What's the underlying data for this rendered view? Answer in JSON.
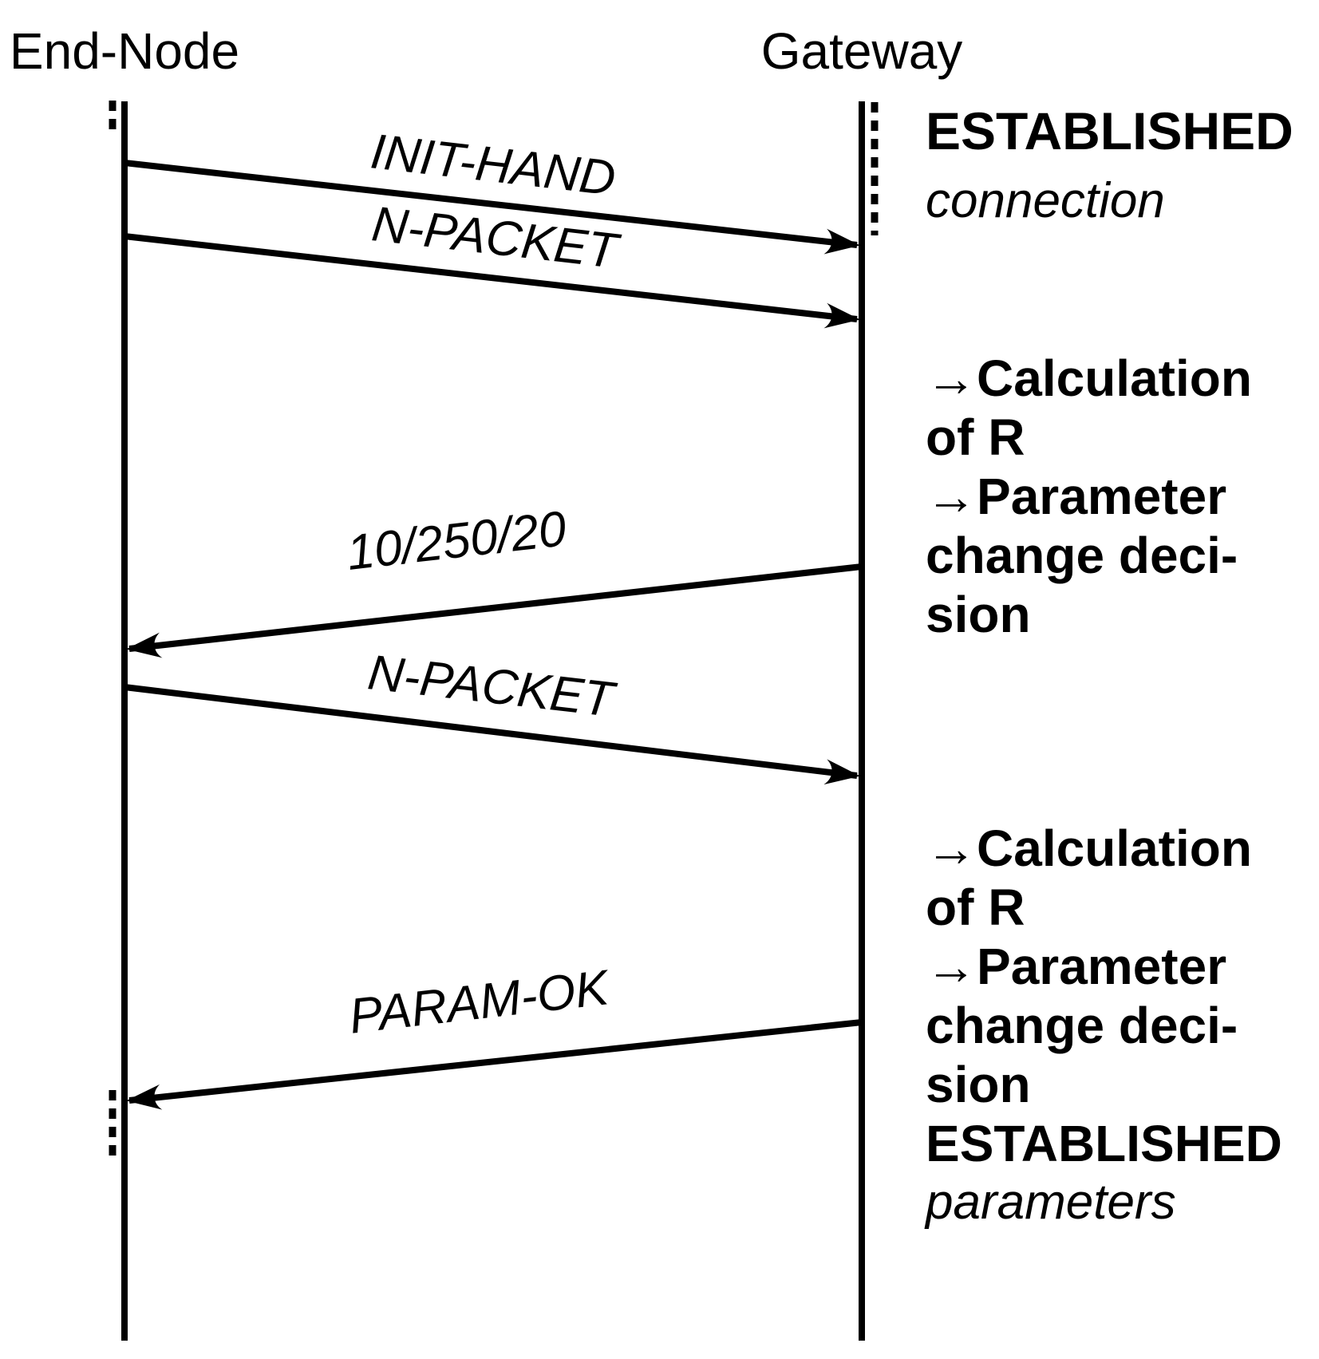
{
  "diagram_type": "message-sequence-chart",
  "colors": {
    "ink": "#000000",
    "background": "#ffffff"
  },
  "actors": {
    "end_node": {
      "label": "End-Node"
    },
    "gateway": {
      "label": "Gateway"
    }
  },
  "messages": [
    {
      "label": "INIT-HAND",
      "from": "End-Node",
      "to": "Gateway"
    },
    {
      "label": "N-PACKET",
      "from": "End-Node",
      "to": "Gateway"
    },
    {
      "label": "10/250/20",
      "from": "Gateway",
      "to": "End-Node"
    },
    {
      "label": "N-PACKET",
      "from": "End-Node",
      "to": "Gateway"
    },
    {
      "label": "PARAM-OK",
      "from": "Gateway",
      "to": "End-Node"
    }
  ],
  "annotations": {
    "top_state": {
      "title": "ESTABLISHED",
      "qualifier": "connection"
    },
    "gateway_note_1": {
      "lines": [
        {
          "prefix": "→",
          "text": "Calculation"
        },
        {
          "prefix": "",
          "text": "of R"
        },
        {
          "prefix": "→",
          "text": "Parameter"
        },
        {
          "prefix": "",
          "text": "change deci-"
        },
        {
          "prefix": "",
          "text": "sion"
        }
      ]
    },
    "gateway_note_2": {
      "lines": [
        {
          "prefix": "→",
          "text": "Calculation"
        },
        {
          "prefix": "",
          "text": "of R"
        },
        {
          "prefix": "→",
          "text": "Parameter"
        },
        {
          "prefix": "",
          "text": "change deci-"
        },
        {
          "prefix": "",
          "text": "sion"
        }
      ],
      "state": "ESTABLISHED",
      "qualifier": "parameters"
    }
  }
}
